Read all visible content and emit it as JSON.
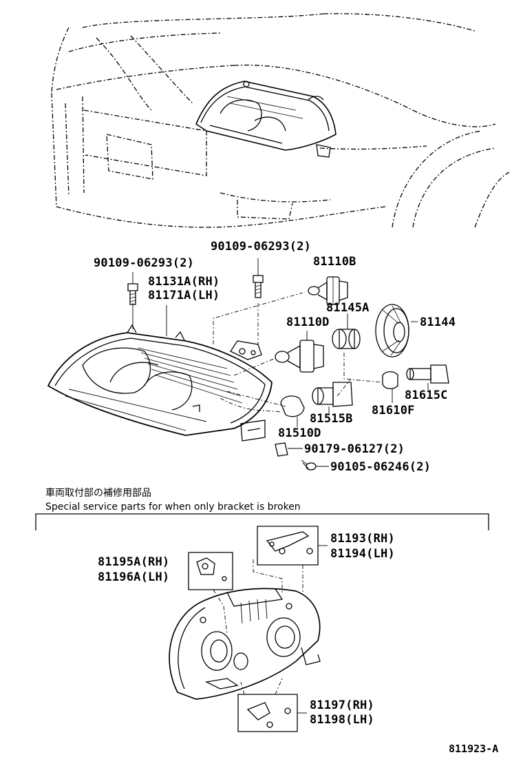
{
  "labels": {
    "bolt_left": "90109-06293(2)",
    "bolt_top": "90109-06293(2)",
    "unit_rh": "81131A(RH)",
    "unit_lh": "81171A(LH)",
    "bulb_hi": "81110B",
    "socket_cap": "81145A",
    "bulb_lo": "81110D",
    "cover": "81144",
    "socket_front": "81615C",
    "bulb_front": "81610F",
    "socket_turn": "81515B",
    "bulb_turn": "81510D",
    "nut": "90179-06127(2)",
    "screw": "90105-06246(2)",
    "bracket_top_rh": "81193(RH)",
    "bracket_top_lh": "81194(LH)",
    "bracket_side_rh": "81195A(RH)",
    "bracket_side_lh": "81196A(LH)",
    "bracket_bottom_rh": "81197(RH)",
    "bracket_bottom_lh": "81198(LH)"
  },
  "notes": {
    "japanese": "車両取付部の補修用部品",
    "english": "Special service parts for when only bracket is broken"
  },
  "figure_id": "811923-A"
}
